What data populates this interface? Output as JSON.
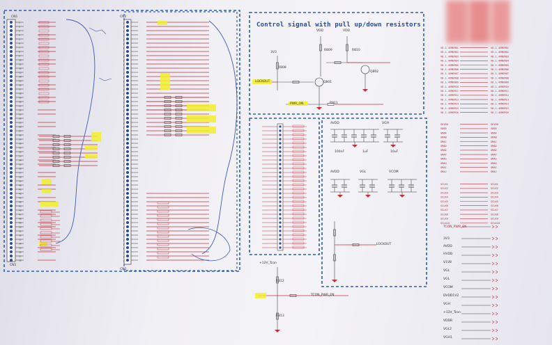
{
  "section_title": "Control signal with pull up/down resistors",
  "connectors": {
    "left": {
      "ref": "CN1",
      "bottom_label": "CN1"
    },
    "middle": {
      "ref": "CN2",
      "bottom_label": "CN2"
    }
  },
  "pullup_circuit": {
    "rails": [
      "3V3",
      "VDD"
    ],
    "resistors": [
      "R808",
      "R809",
      "R810",
      "R811"
    ],
    "transistors": [
      "Q801",
      "Q802"
    ],
    "signals": [
      "LOCKOUT",
      "PWR_ON"
    ]
  },
  "power_panel": {
    "labels": [
      "AVDD",
      "VGH",
      "AVDD",
      "VGL",
      "VCOM"
    ],
    "cap_values": [
      "100nF",
      "1uF",
      "10uF"
    ],
    "output_signal": "LOCKOUT"
  },
  "bottom_circuit": {
    "rail": "+12V_Tcon",
    "resistors": [
      "R812",
      "R813"
    ],
    "signal": "TCON_PWR_EN"
  },
  "right_labels": [
    "TCON_PWR_EN",
    "3V3",
    "AVDD",
    "HVDD",
    "V1V8",
    "VGL",
    "VGL",
    "VCOM",
    "DVDD1V2",
    "VGH",
    "+12V_Tcon",
    "VDDR",
    "VGL2",
    "VGH1"
  ],
  "right_net_list": {
    "group_a": [
      "V8.1.4VMEM01",
      "V8.1.4VMEM02",
      "V8.1.4VMEM03",
      "V8.1.4VMEM04",
      "V8.1.4VMEM05",
      "V8.1.4VMEM06",
      "V8.1.4VMEM07",
      "V8.1.4VMEM08",
      "V8.1.4VMEM09",
      "V8.1.4VMEM10",
      "V8.1.4VMEM11",
      "V8.1.4VMEM12",
      "V8.1.4VMEM13",
      "V8.1.4VMEM14",
      "V8.1.4VMEM15",
      "V8.1.4VMEM16"
    ],
    "group_b": [
      "GEVEN",
      "GODD",
      "GMAA",
      "GMAB",
      "GMAC",
      "GMAD",
      "GMAE",
      "GMAF",
      "GMAG",
      "GMAH",
      "GMAI",
      "GMAJ"
    ],
    "group_c": [
      "SCLK1",
      "SCLK2",
      "SCLK3",
      "SCLK4",
      "SCLK5",
      "SCLK6",
      "SCLK7",
      "SCLK8",
      "SCLK9",
      "SCLK10"
    ]
  },
  "colors": {
    "wire": "#c0303a",
    "box": "#2a5cb8",
    "pin": "#2a4aa0",
    "highlight": "#f2ee2e",
    "pen": "#3c58b8",
    "text": "#333333"
  }
}
